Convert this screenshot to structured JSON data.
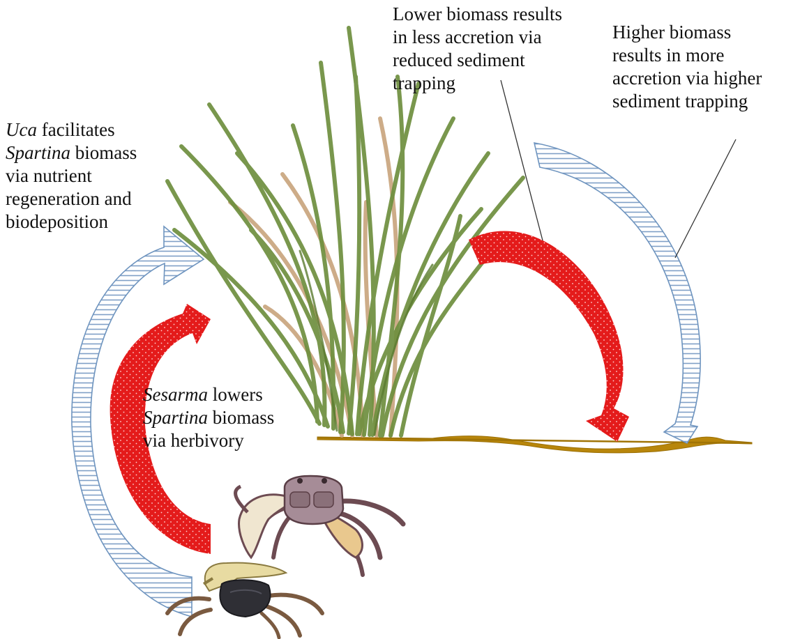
{
  "labels": {
    "uca": {
      "l1_genus": "Uca",
      "l1_rest": " facilitates",
      "l2_genus": "Spartina",
      "l2_rest": " biomass",
      "l3": "via nutrient",
      "l4": "regeneration and",
      "l5": "biodeposition"
    },
    "sesarma": {
      "l1_genus": "Sesarma",
      "l1_rest": " lowers",
      "l2_genus": "Spartina",
      "l2_rest": " biomass",
      "l3": "via herbivory"
    },
    "lower": {
      "l1": "Lower biomass results",
      "l2": "in less accretion via",
      "l3": "reduced sediment",
      "l4": "trapping"
    },
    "higher": {
      "l1": "Higher biomass",
      "l2": "results in more",
      "l3": "accretion via higher",
      "l4": "sediment trapping"
    }
  },
  "colors": {
    "facilitation_arrow_fill": "#dfe8f3",
    "facilitation_arrow_stroke": "#6e94bf",
    "negative_arrow": "#e41b1b",
    "grass_green": "#6e8f3e",
    "grass_tan": "#c8a47c",
    "sediment": "#b8860b"
  },
  "icons": [
    "spartina-grass-icon",
    "sesarma-crab-icon",
    "uca-fiddler-crab-icon"
  ]
}
